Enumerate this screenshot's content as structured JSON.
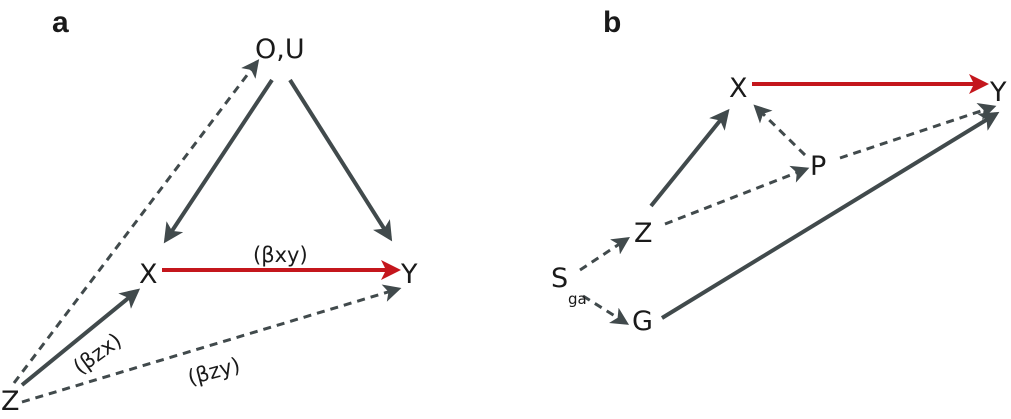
{
  "colors": {
    "causal": "#c4161c",
    "solid": "#414a4c",
    "dashed": "#414a4c"
  },
  "panels": {
    "a": {
      "label": "a",
      "nodes": {
        "ou": "O,U",
        "x": "X",
        "y": "Y",
        "z": "Z"
      },
      "edge_labels": {
        "xy": "(βxy)",
        "zx": "(βzx)",
        "zy": "(βzy)"
      }
    },
    "b": {
      "label": "b",
      "nodes": {
        "x": "X",
        "y": "Y",
        "p": "P",
        "z": "Z",
        "s": "S",
        "s_sub": "ga",
        "g": "G"
      }
    }
  },
  "edges": [
    {
      "id": "a-ou-x",
      "from": "O,U",
      "to": "X",
      "style": "solid"
    },
    {
      "id": "a-ou-y",
      "from": "O,U",
      "to": "Y",
      "style": "solid"
    },
    {
      "id": "a-x-y",
      "from": "X",
      "to": "Y",
      "style": "causal"
    },
    {
      "id": "a-z-x",
      "from": "Z",
      "to": "X",
      "style": "solid"
    },
    {
      "id": "a-z-ou",
      "from": "Z",
      "to": "O,U",
      "style": "dashed"
    },
    {
      "id": "a-z-y",
      "from": "Z",
      "to": "Y",
      "style": "dashed"
    },
    {
      "id": "b-x-y",
      "from": "X",
      "to": "Y",
      "style": "causal"
    },
    {
      "id": "b-z-x",
      "from": "Z",
      "to": "X",
      "style": "solid"
    },
    {
      "id": "b-p-x",
      "from": "P",
      "to": "X",
      "style": "dashed"
    },
    {
      "id": "b-p-y",
      "from": "P",
      "to": "Y",
      "style": "dashed"
    },
    {
      "id": "b-z-p",
      "from": "Z",
      "to": "P",
      "style": "dashed"
    },
    {
      "id": "b-g-y",
      "from": "G",
      "to": "Y",
      "style": "solid"
    },
    {
      "id": "b-s-z",
      "from": "S",
      "to": "Z",
      "style": "dashed"
    },
    {
      "id": "b-s-g",
      "from": "S",
      "to": "G",
      "style": "dashed"
    }
  ]
}
